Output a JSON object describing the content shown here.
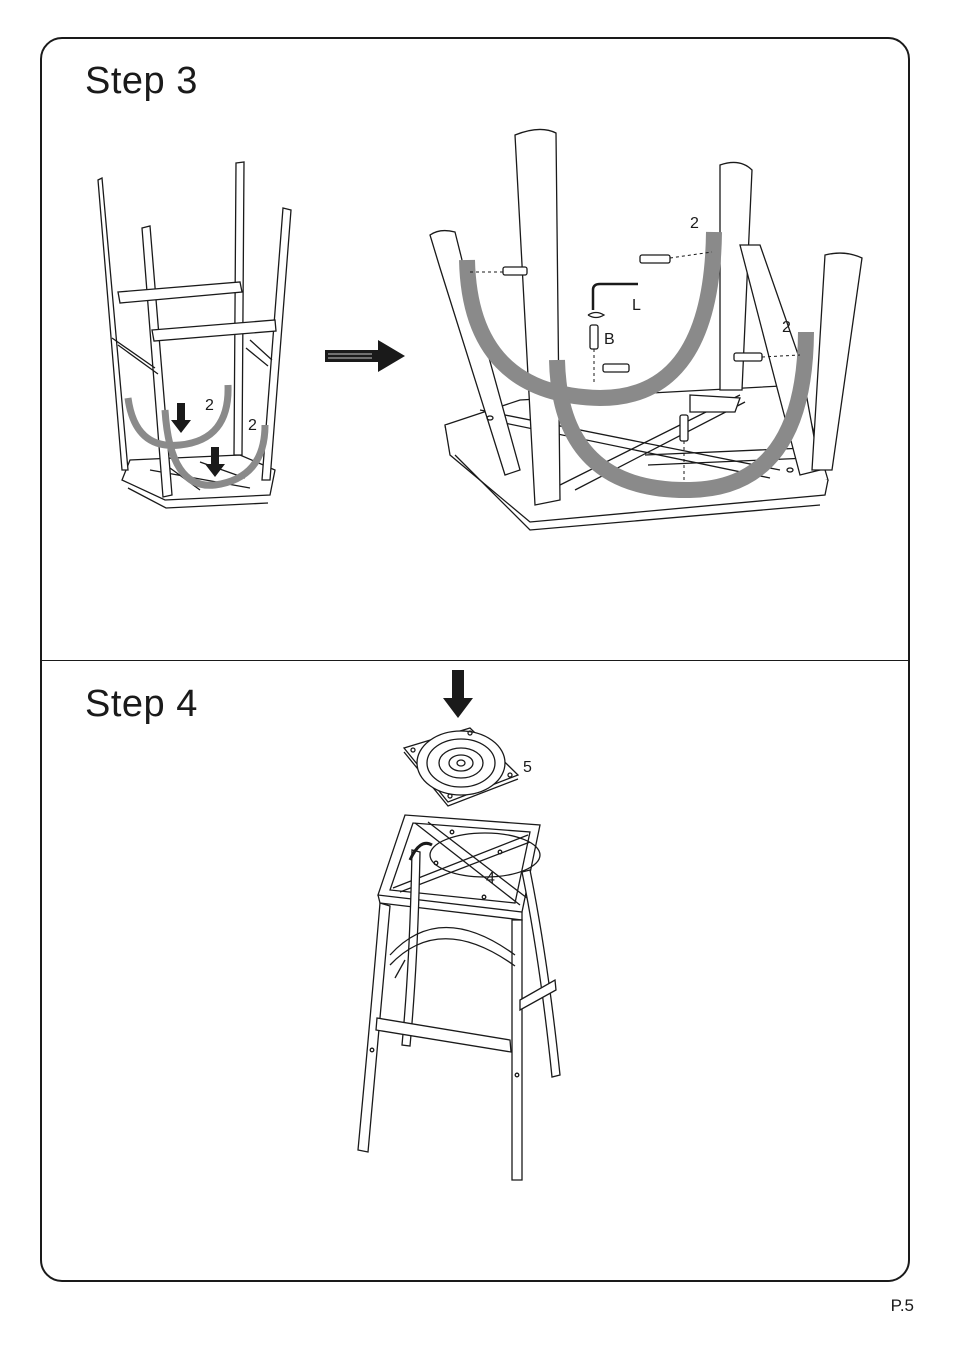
{
  "steps": [
    {
      "title": "Step  3",
      "labels": {
        "part_qty_a": "2",
        "part_qty_b": "2",
        "detail_qty_top": "2",
        "detail_qty_right": "2",
        "allen_key": "L",
        "bolt": "B"
      }
    },
    {
      "title": "Step  4",
      "labels": {
        "swivel_plate": "5",
        "seat_frame": "4"
      }
    }
  ],
  "page_number": "P.5",
  "colors": {
    "line": "#1a1a1a",
    "highlight_part": "#8a8a8a",
    "background": "#ffffff"
  }
}
